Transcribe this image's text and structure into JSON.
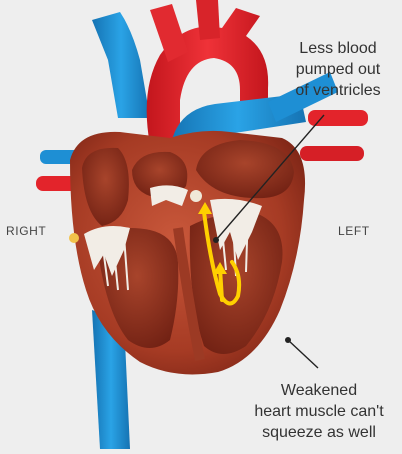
{
  "labels": {
    "side_right": "RIGHT",
    "side_left": "LEFT",
    "top_annotation": [
      "Less blood",
      "pumped out",
      "of ventricles"
    ],
    "bottom_annotation": [
      "Weakened",
      "heart muscle can't",
      "squeeze as well"
    ]
  },
  "colors": {
    "background": "#eeeeee",
    "artery_red": "#e3242b",
    "vein_blue": "#1e90d6",
    "muscle": "#b5432a",
    "chamber": "#8c2b1a",
    "valve_white": "#f4f0ea",
    "flow_arrow": "#ffd000"
  }
}
